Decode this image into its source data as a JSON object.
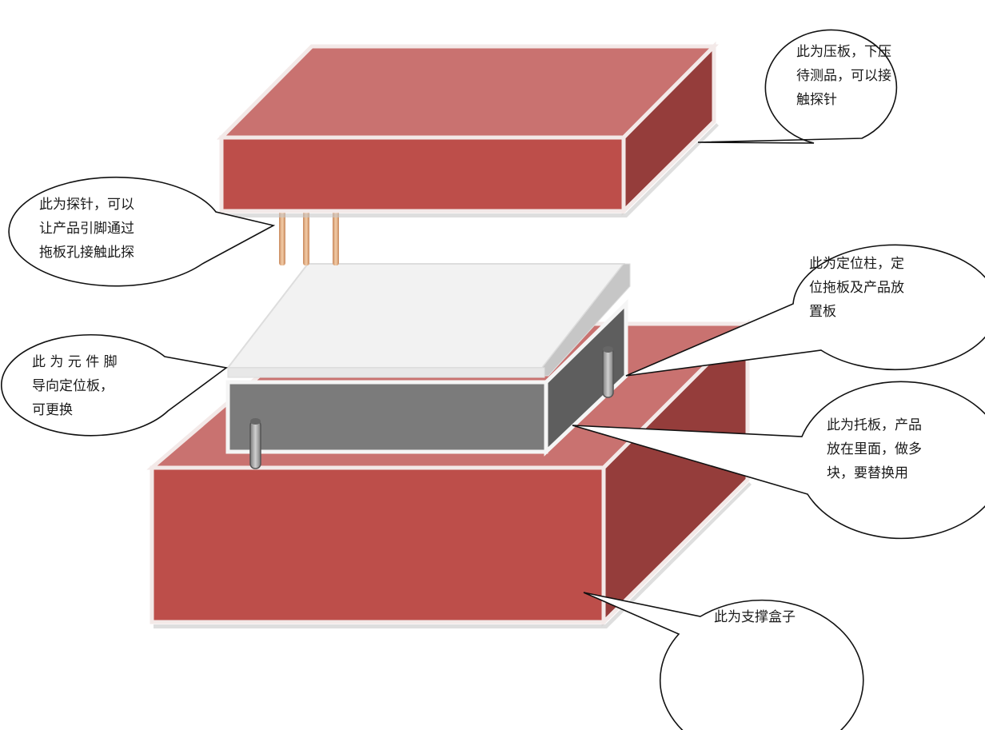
{
  "colors": {
    "box_front": "#bd4e4a",
    "box_top": "#c97270",
    "box_side": "#953d3b",
    "box_edge": "#f3e9e8",
    "tray_front": "#7b7b7b",
    "tray_side": "#5e5e5e",
    "guide_top": "#f2f2f2",
    "guide_side": "#c6c6c6",
    "probe": "#e8b58f",
    "pin": "#a9a9a9",
    "callout_stroke": "#111111"
  },
  "callouts": {
    "press_plate": [
      "此为压板，下压",
      "待测品，可以接",
      "触探针"
    ],
    "probe": [
      "此为探针，可以",
      "让产品引脚通过",
      "拖板孔接触此探"
    ],
    "locating_pin": [
      "此为定位柱，定",
      "位拖板及产品放",
      "置板"
    ],
    "guide_plate": [
      "此 为 元 件 脚",
      "导向定位板，",
      "可更换"
    ],
    "tray": [
      "此为托板，产品",
      "放在里面，做多",
      "块，要替换用"
    ],
    "support_box": [
      "此为支撑盒子"
    ]
  }
}
